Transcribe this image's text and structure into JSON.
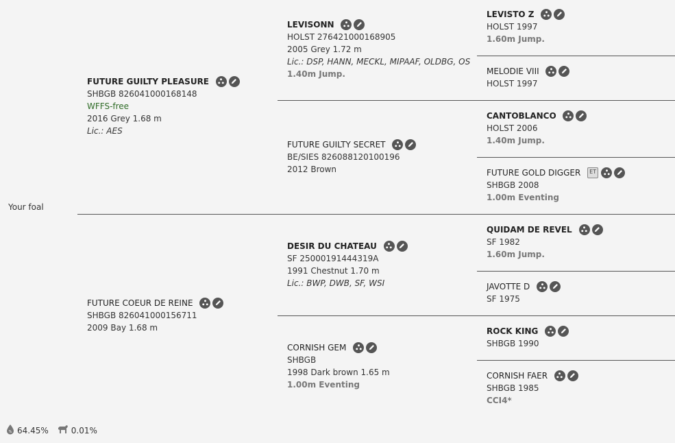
{
  "foal_label": "Your foal",
  "footer": {
    "inbreeding": "64.45%",
    "relationship": "0.01%"
  },
  "sire": {
    "name": "FUTURE GUILTY PLEASURE",
    "reg": "SHBGB 826041000168148",
    "note": "WFFS-free",
    "details": "2016 Grey 1.68 m",
    "lic": "Lic.: AES"
  },
  "dam": {
    "name": "FUTURE COEUR DE REINE",
    "reg": "SHBGB 826041000156711",
    "details": "2009 Bay 1.68 m"
  },
  "ss": {
    "name": "LEVISONN",
    "reg": "HOLST 276421000168905",
    "details": "2005 Grey 1.72 m",
    "lic": "Lic.: DSP, HANN, MECKL, MIPAAF, OLDBG, OS",
    "sport": "1.40m Jump."
  },
  "sd": {
    "name": "FUTURE GUILTY SECRET",
    "reg": "BE/SIES 826088120100196",
    "details": "2012 Brown"
  },
  "ds": {
    "name": "DESIR DU CHATEAU",
    "reg": "SF 25000191444319A",
    "details": "1991 Chestnut 1.70 m",
    "lic": "Lic.: BWP, DWB, SF, WSI"
  },
  "dd": {
    "name": "CORNISH GEM",
    "reg": "SHBGB",
    "details": "1998 Dark brown 1.65 m",
    "sport": "1.00m Eventing"
  },
  "g1": {
    "name": "LEVISTO Z",
    "reg": "HOLST 1997",
    "sport": "1.60m Jump."
  },
  "g2": {
    "name": "MELODIE VIII",
    "reg": "HOLST 1997"
  },
  "g3": {
    "name": "CANTOBLANCO",
    "reg": "HOLST 2006",
    "sport": "1.40m Jump."
  },
  "g4": {
    "name": "FUTURE GOLD DIGGER",
    "badge": "ET",
    "reg": "SHBGB 2008",
    "sport": "1.00m Eventing"
  },
  "g5": {
    "name": "QUIDAM DE REVEL",
    "reg": "SF 1982",
    "sport": "1.60m Jump."
  },
  "g6": {
    "name": "JAVOTTE D",
    "reg": "SF 1975"
  },
  "g7": {
    "name": "ROCK KING",
    "reg": "SHBGB 1990"
  },
  "g8": {
    "name": "CORNISH FAER",
    "reg": "SHBGB 1985",
    "sport": "CCI4*"
  }
}
